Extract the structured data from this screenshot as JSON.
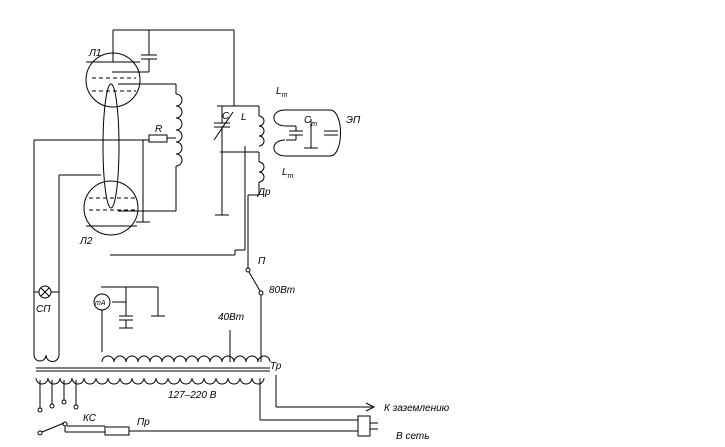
{
  "diagram": {
    "labels": {
      "l1": "Л1",
      "l2": "Л2",
      "r": "R",
      "c": "C",
      "l": "L",
      "lt_main": "L",
      "lt_sub": "т",
      "lt2_main": "L",
      "lt2_sub": "т",
      "ct_main": "C",
      "ct_sub": "т",
      "ep": "ЭП",
      "dr": "Др",
      "p": "П",
      "w80": "80Вт",
      "w40": "40Вт",
      "sp": "СП",
      "ma": "mA",
      "tr": "Тр",
      "volt": "127–220 В",
      "ks": "КС",
      "pr": "Пр",
      "ground": "К заземлению",
      "mains": "В сеть"
    }
  }
}
